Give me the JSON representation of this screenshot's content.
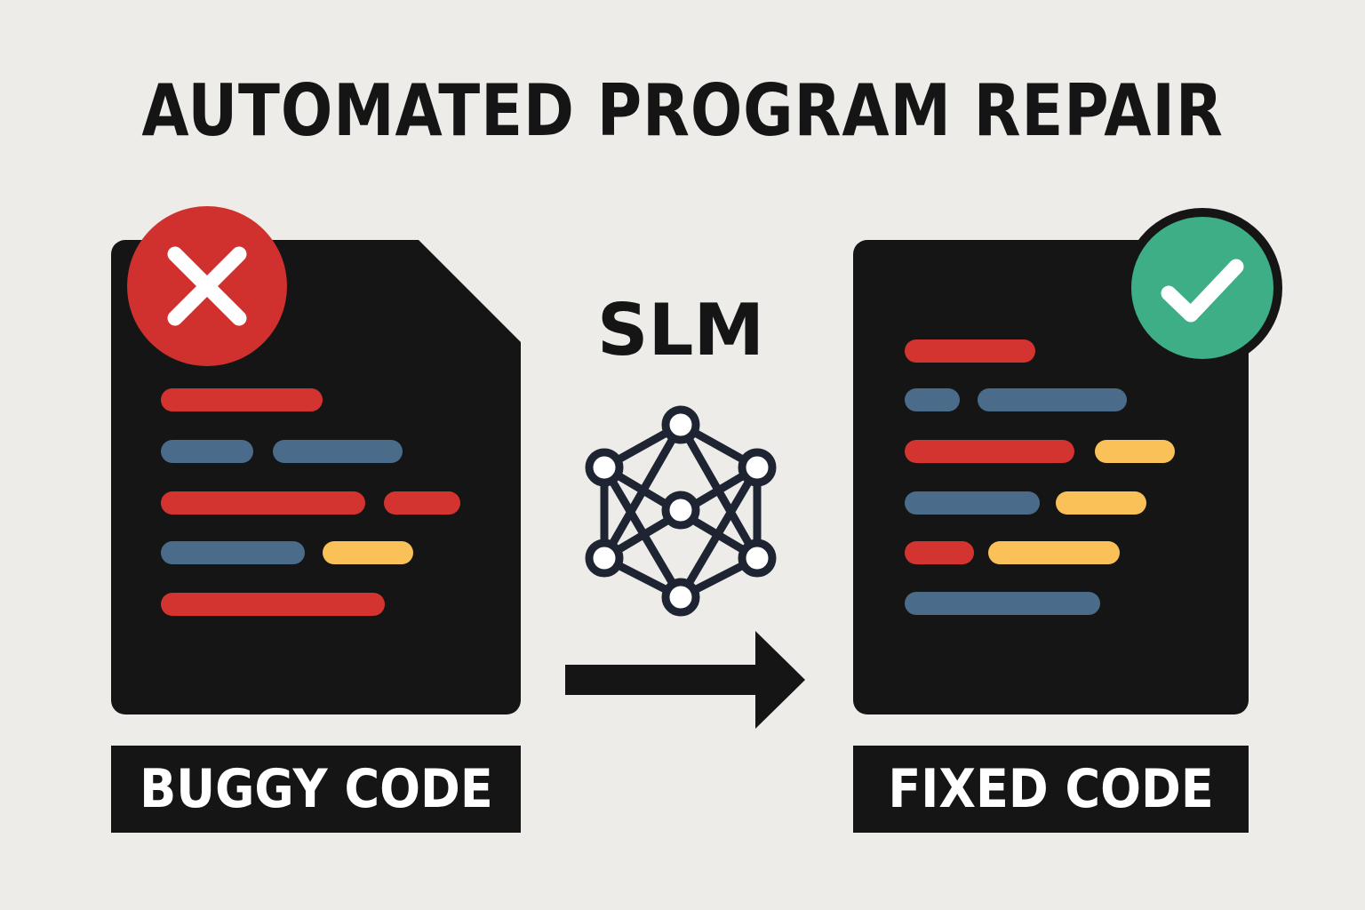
{
  "title": "AUTOMATED PROGRAM REPAIR",
  "model_label": "SLM",
  "buggy": {
    "label": "BUGGY CODE",
    "status_icon": "x-icon",
    "status_color": "#d0312e"
  },
  "fixed": {
    "label": "FIXED CODE",
    "status_icon": "check-icon",
    "status_color": "#3dae86"
  },
  "colors": {
    "red": "#d3342f",
    "blue": "#4a6b8a",
    "yellow": "#f9c158",
    "dark": "#151515",
    "background": "#eeece8"
  },
  "icons": {
    "model": "neural-network-icon",
    "flow": "arrow-right-icon"
  }
}
